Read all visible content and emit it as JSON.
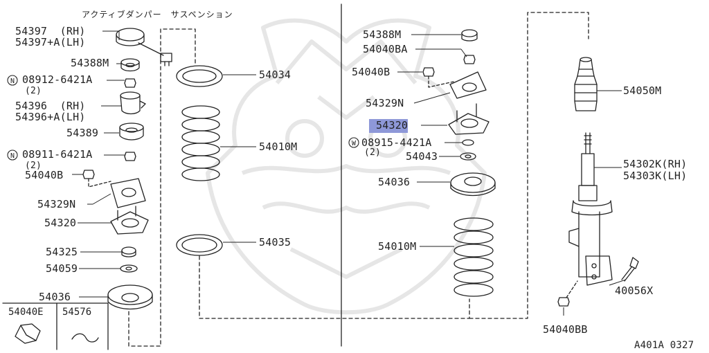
{
  "diagram": {
    "heading_jp": "アクティブダンパー　サスペンション",
    "drawing_code": "A401A 0327",
    "highlight_color": "#8e98d8",
    "labels": {
      "l_54397": "54397  (RH)",
      "l_54397a": "54397+A(LH)",
      "l_54388m_left": "54388M",
      "l_n08912": "08912-6421A",
      "l_n08912_qty": "(2)",
      "l_54396": "54396  (RH)",
      "l_54396a": "54396+A(LH)",
      "l_54389": "54389",
      "l_n08911": "08911-6421A",
      "l_n08911_qty": "(2)",
      "l_54040b_left": "54040B",
      "l_54329n_left": "54329N",
      "l_54320_left": "54320",
      "l_54325": "54325",
      "l_54059": "54059",
      "l_54036_left": "54036",
      "l_54034": "54034",
      "l_54010m_left": "54010M",
      "l_54035": "54035",
      "l_54388m_right": "54388M",
      "l_54040ba": "54040BA",
      "l_54040b_right": "54040B",
      "l_54329n_right": "54329N",
      "l_54320_right": "54320",
      "l_w08915": "08915-4421A",
      "l_w08915_qty": "(2)",
      "l_54043": "54043",
      "l_54036_right": "54036",
      "l_54010m_right": "54010M",
      "l_54050m": "54050M",
      "l_54302k": "54302K(RH)",
      "l_54303k": "54303K(LH)",
      "l_40056x": "40056X",
      "l_54040bb": "54040BB"
    },
    "inset": {
      "item1": "54040E",
      "item2": "54576"
    }
  }
}
